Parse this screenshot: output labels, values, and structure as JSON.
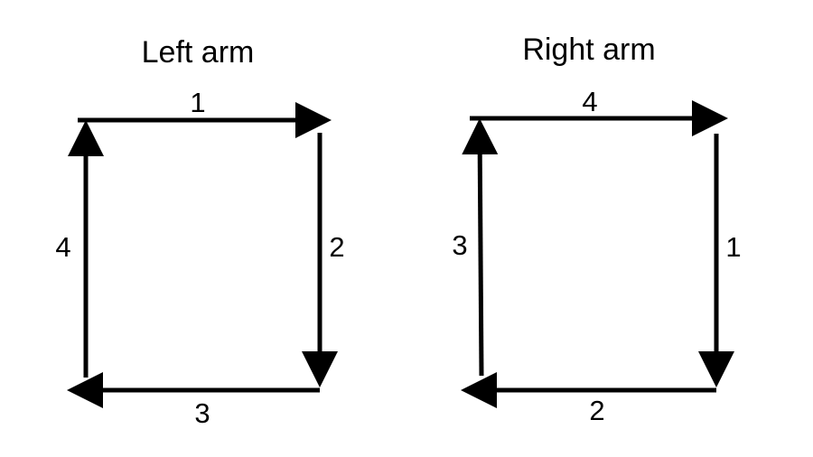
{
  "panels": [
    {
      "id": "left",
      "title": "Left arm",
      "arrows": [
        {
          "side": "top",
          "direction": "right",
          "label": "1"
        },
        {
          "side": "right",
          "direction": "down",
          "label": "2"
        },
        {
          "side": "bottom",
          "direction": "left",
          "label": "3"
        },
        {
          "side": "left",
          "direction": "up",
          "label": "4"
        }
      ]
    },
    {
      "id": "right",
      "title": "Right arm",
      "arrows": [
        {
          "side": "right",
          "direction": "down",
          "label": "1"
        },
        {
          "side": "bottom",
          "direction": "left",
          "label": "2"
        },
        {
          "side": "left",
          "direction": "up",
          "label": "3"
        },
        {
          "side": "top",
          "direction": "right",
          "label": "4"
        }
      ]
    }
  ],
  "colors": {
    "arrow": "#000000",
    "text": "#000000",
    "background": "#ffffff"
  }
}
